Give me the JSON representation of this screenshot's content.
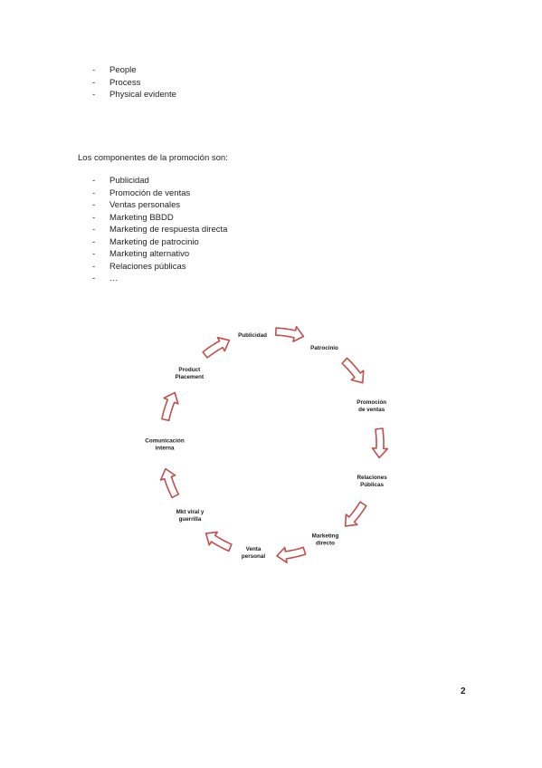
{
  "list_top": [
    "People",
    "Process",
    "Physical evidente"
  ],
  "heading": "Los componentes de la promoción son:",
  "list_components": [
    "Publicidad",
    "Promoción de ventas",
    "Ventas personales",
    "Marketing BBDD",
    "Marketing de respuesta directa",
    "Marketing de patrocinio",
    "Marketing alternativo",
    "Relaciones públicas",
    "…"
  ],
  "diagram": {
    "arrow_color": "#c0504d",
    "nodes": [
      {
        "lines": [
          "Publicidad"
        ]
      },
      {
        "lines": [
          "Patrocinio"
        ]
      },
      {
        "lines": [
          "Promoción",
          "de ventas"
        ]
      },
      {
        "lines": [
          "Relaciones",
          "Públicas"
        ]
      },
      {
        "lines": [
          "Marketing",
          "directo"
        ]
      },
      {
        "lines": [
          "Venta",
          "personal"
        ]
      },
      {
        "lines": [
          "Mkt viral y",
          "guerrilla"
        ]
      },
      {
        "lines": [
          "Comunicación",
          "interna"
        ]
      },
      {
        "lines": [
          "Product",
          "Placement"
        ]
      }
    ]
  },
  "page_number": "2"
}
